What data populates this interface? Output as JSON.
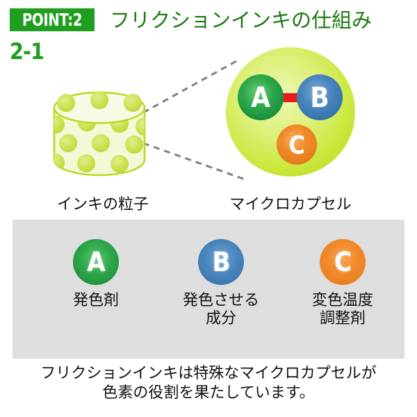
{
  "header": {
    "badge_label": "POINT:2",
    "sub_number": "2-1",
    "title": "フリクションインキの仕組み",
    "badge_bg": "#1f9e1f",
    "title_color": "#1a7a0f"
  },
  "diagram": {
    "particle_label": "インキの粒子",
    "capsule_label": "マイクロカプセル",
    "cylinder": {
      "fill": "#f2f7d2",
      "stroke": "#b9d927",
      "dot_fill": "#cade4a"
    },
    "capsule_circle": {
      "fill_outer": "#c2df3a",
      "fill_inner": "#e3f2a0"
    },
    "connector_color": "#808080",
    "molecules": [
      {
        "letter": "A",
        "color": "#2fa94c",
        "name": "molecule-a"
      },
      {
        "letter": "B",
        "color": "#4a86bd",
        "name": "molecule-b"
      },
      {
        "letter": "C",
        "color": "#f08a2a",
        "name": "molecule-c"
      }
    ],
    "bond_color": "#e81c1c"
  },
  "legend": {
    "panel_bg": "#dedede",
    "items": [
      {
        "letter": "A",
        "label": "発色剤",
        "color": "#2fa94c"
      },
      {
        "letter": "B",
        "label_line1": "発色させる",
        "label_line2": "成分",
        "color": "#4a86bd"
      },
      {
        "letter": "C",
        "label_line1": "変色温度",
        "label_line2": "調整剤",
        "color": "#f08a2a"
      }
    ]
  },
  "caption": {
    "line1": "フリクションインキは特殊なマイクロカプセルが",
    "line2": "色素の役割を果たしています。"
  }
}
